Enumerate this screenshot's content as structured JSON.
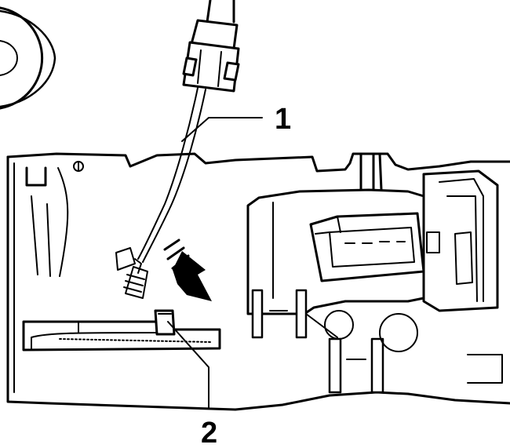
{
  "diagram": {
    "callouts": [
      {
        "id": "1",
        "label": "1"
      },
      {
        "id": "2",
        "label": "2"
      }
    ],
    "line_color": "#000000",
    "background": "#ffffff"
  }
}
